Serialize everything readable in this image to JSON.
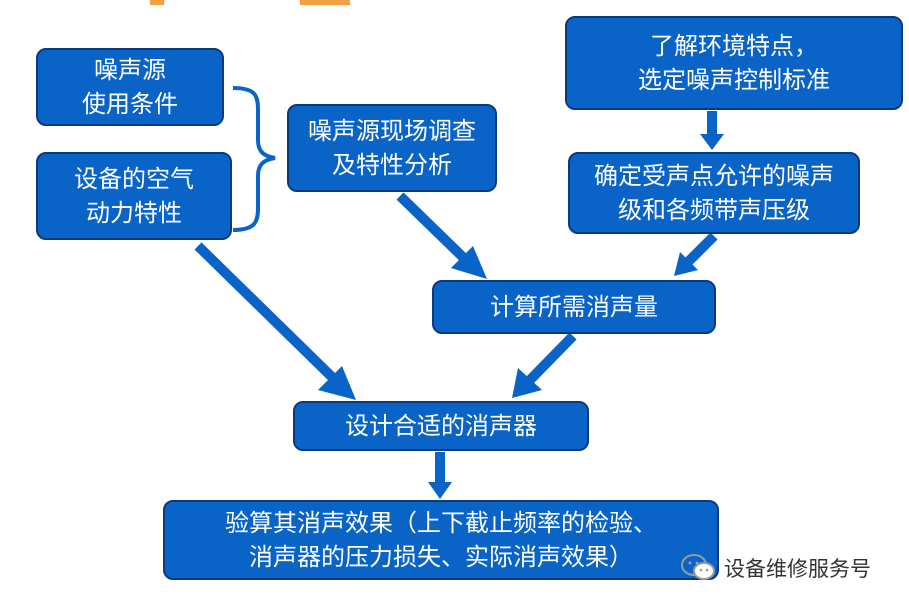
{
  "boxes": {
    "source_conditions": [
      "噪声源",
      "使用条件"
    ],
    "equipment_aero": [
      "设备的空气",
      "动力特性"
    ],
    "survey": [
      "噪声源现场调查",
      "及特性分析"
    ],
    "environment": [
      "了解环境特点，",
      "选定噪声控制标准"
    ],
    "allowed_level": [
      "确定受声点允许的噪声",
      "级和各频带声压级"
    ],
    "required": [
      "计算所需消声量"
    ],
    "design": [
      "设计合适的消声器"
    ],
    "verify": [
      "验算其消声效果（上下截止频率的检验、",
      "消声器的压力损失、实际消声效果）"
    ]
  },
  "watermark": {
    "text": "设备维修服务号",
    "icon": "wechat-icon"
  },
  "colors": {
    "box_fill": "#0a64c8",
    "box_border": "#0b3a7a",
    "arrow": "#0a64c8",
    "brace": "#0a64c8"
  }
}
